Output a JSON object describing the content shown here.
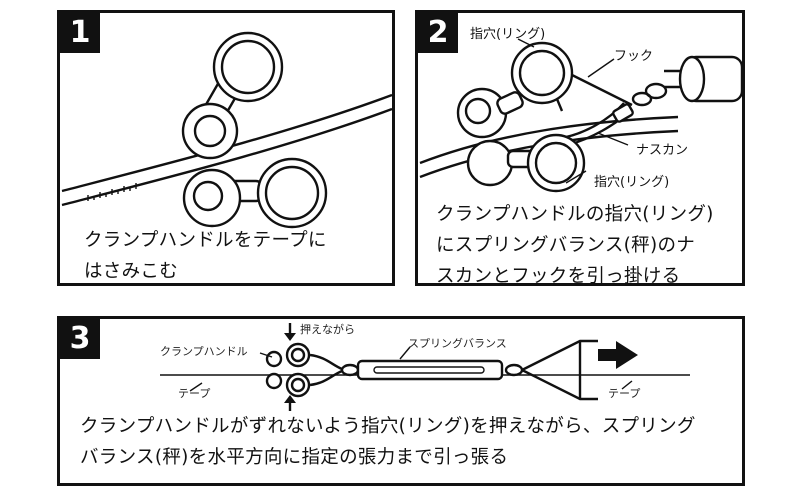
{
  "panels": [
    {
      "number": "1",
      "caption_lines": [
        "クランプハンドルをテープに",
        "はさみこむ"
      ]
    },
    {
      "number": "2",
      "caption_lines": [
        "クランプハンドルの指穴(リング)",
        "にスプリングバランス(秤)のナ",
        "スカンとフックを引っ掛ける"
      ],
      "labels": {
        "finger_hole_top": "指穴(リング)",
        "hook": "フック",
        "snap_hook": "ナスカン",
        "finger_hole_bottom": "指穴(リング)"
      }
    },
    {
      "number": "3",
      "caption_lines": [
        "クランプハンドルがずれないよう指穴(リング)を押えながら、スプリング",
        "バランス(秤)を水平方向に指定の張力まで引っ張る"
      ],
      "labels": {
        "press": "押えながら",
        "clamp_handle": "クランプハンドル",
        "spring_balance": "スプリングバランス",
        "tape_left": "テープ",
        "tape_right": "テープ"
      }
    }
  ]
}
